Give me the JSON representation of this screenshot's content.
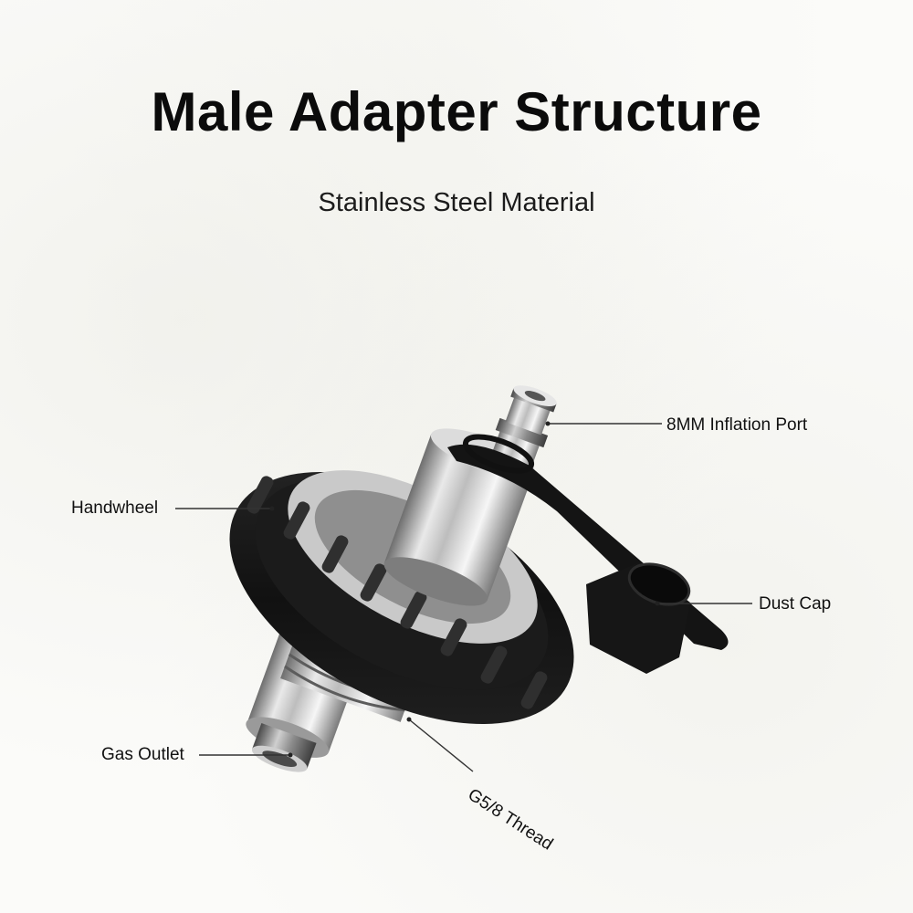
{
  "title": "Male Adapter Structure",
  "subtitle": "Stainless Steel Material",
  "labels": {
    "inflation_port": "8MM Inflation Port",
    "handwheel": "Handwheel",
    "dust_cap": "Dust Cap",
    "gas_outlet": "Gas Outlet",
    "thread": "G5/8 Thread"
  },
  "colors": {
    "background": "#fbfbf9",
    "text": "#111111",
    "rubber": "#141414",
    "steel": "#b9b9b9"
  }
}
